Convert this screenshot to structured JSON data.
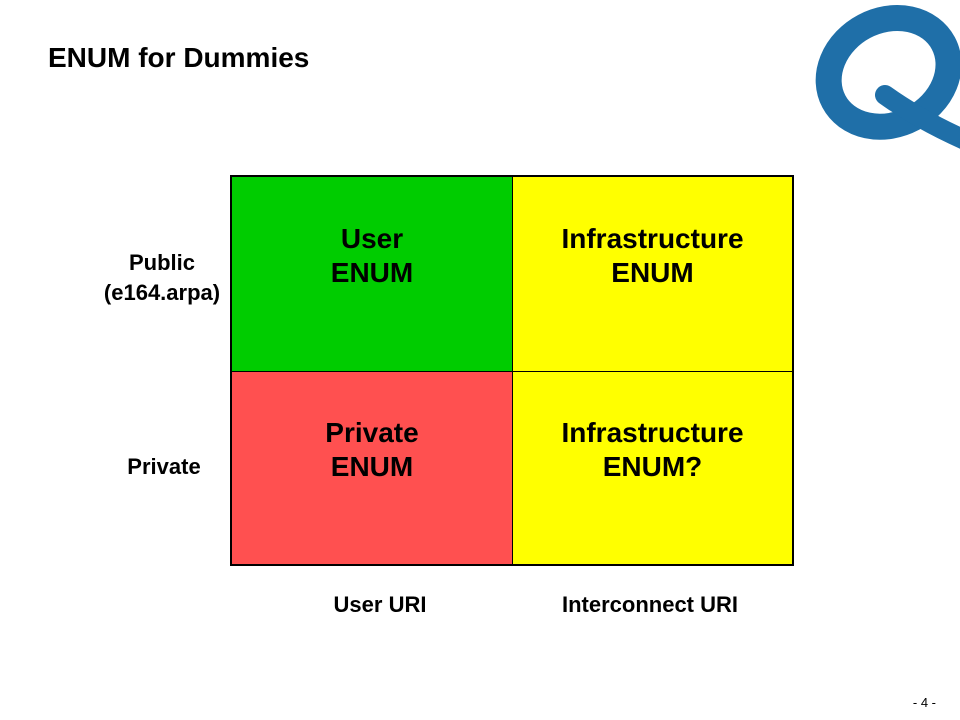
{
  "title": "ENUM for Dummies",
  "colors": {
    "green": "#00cc00",
    "yellow": "#ffff00",
    "red": "#ff5050",
    "logo_blue": "#1f6fa8"
  },
  "grid": {
    "cells": [
      {
        "line1": "User",
        "line2": "ENUM"
      },
      {
        "line1": "Infrastructure",
        "line2": "ENUM"
      },
      {
        "line1": "Private",
        "line2": "ENUM"
      },
      {
        "line1": "Infrastructure",
        "line2": "ENUM?"
      }
    ]
  },
  "rows": {
    "public_line1": "Public",
    "public_line2": "(e164.arpa)",
    "private": "Private"
  },
  "columns": {
    "user": "User URI",
    "interconnect": "Interconnect URI"
  },
  "page_number": "- 4 -"
}
